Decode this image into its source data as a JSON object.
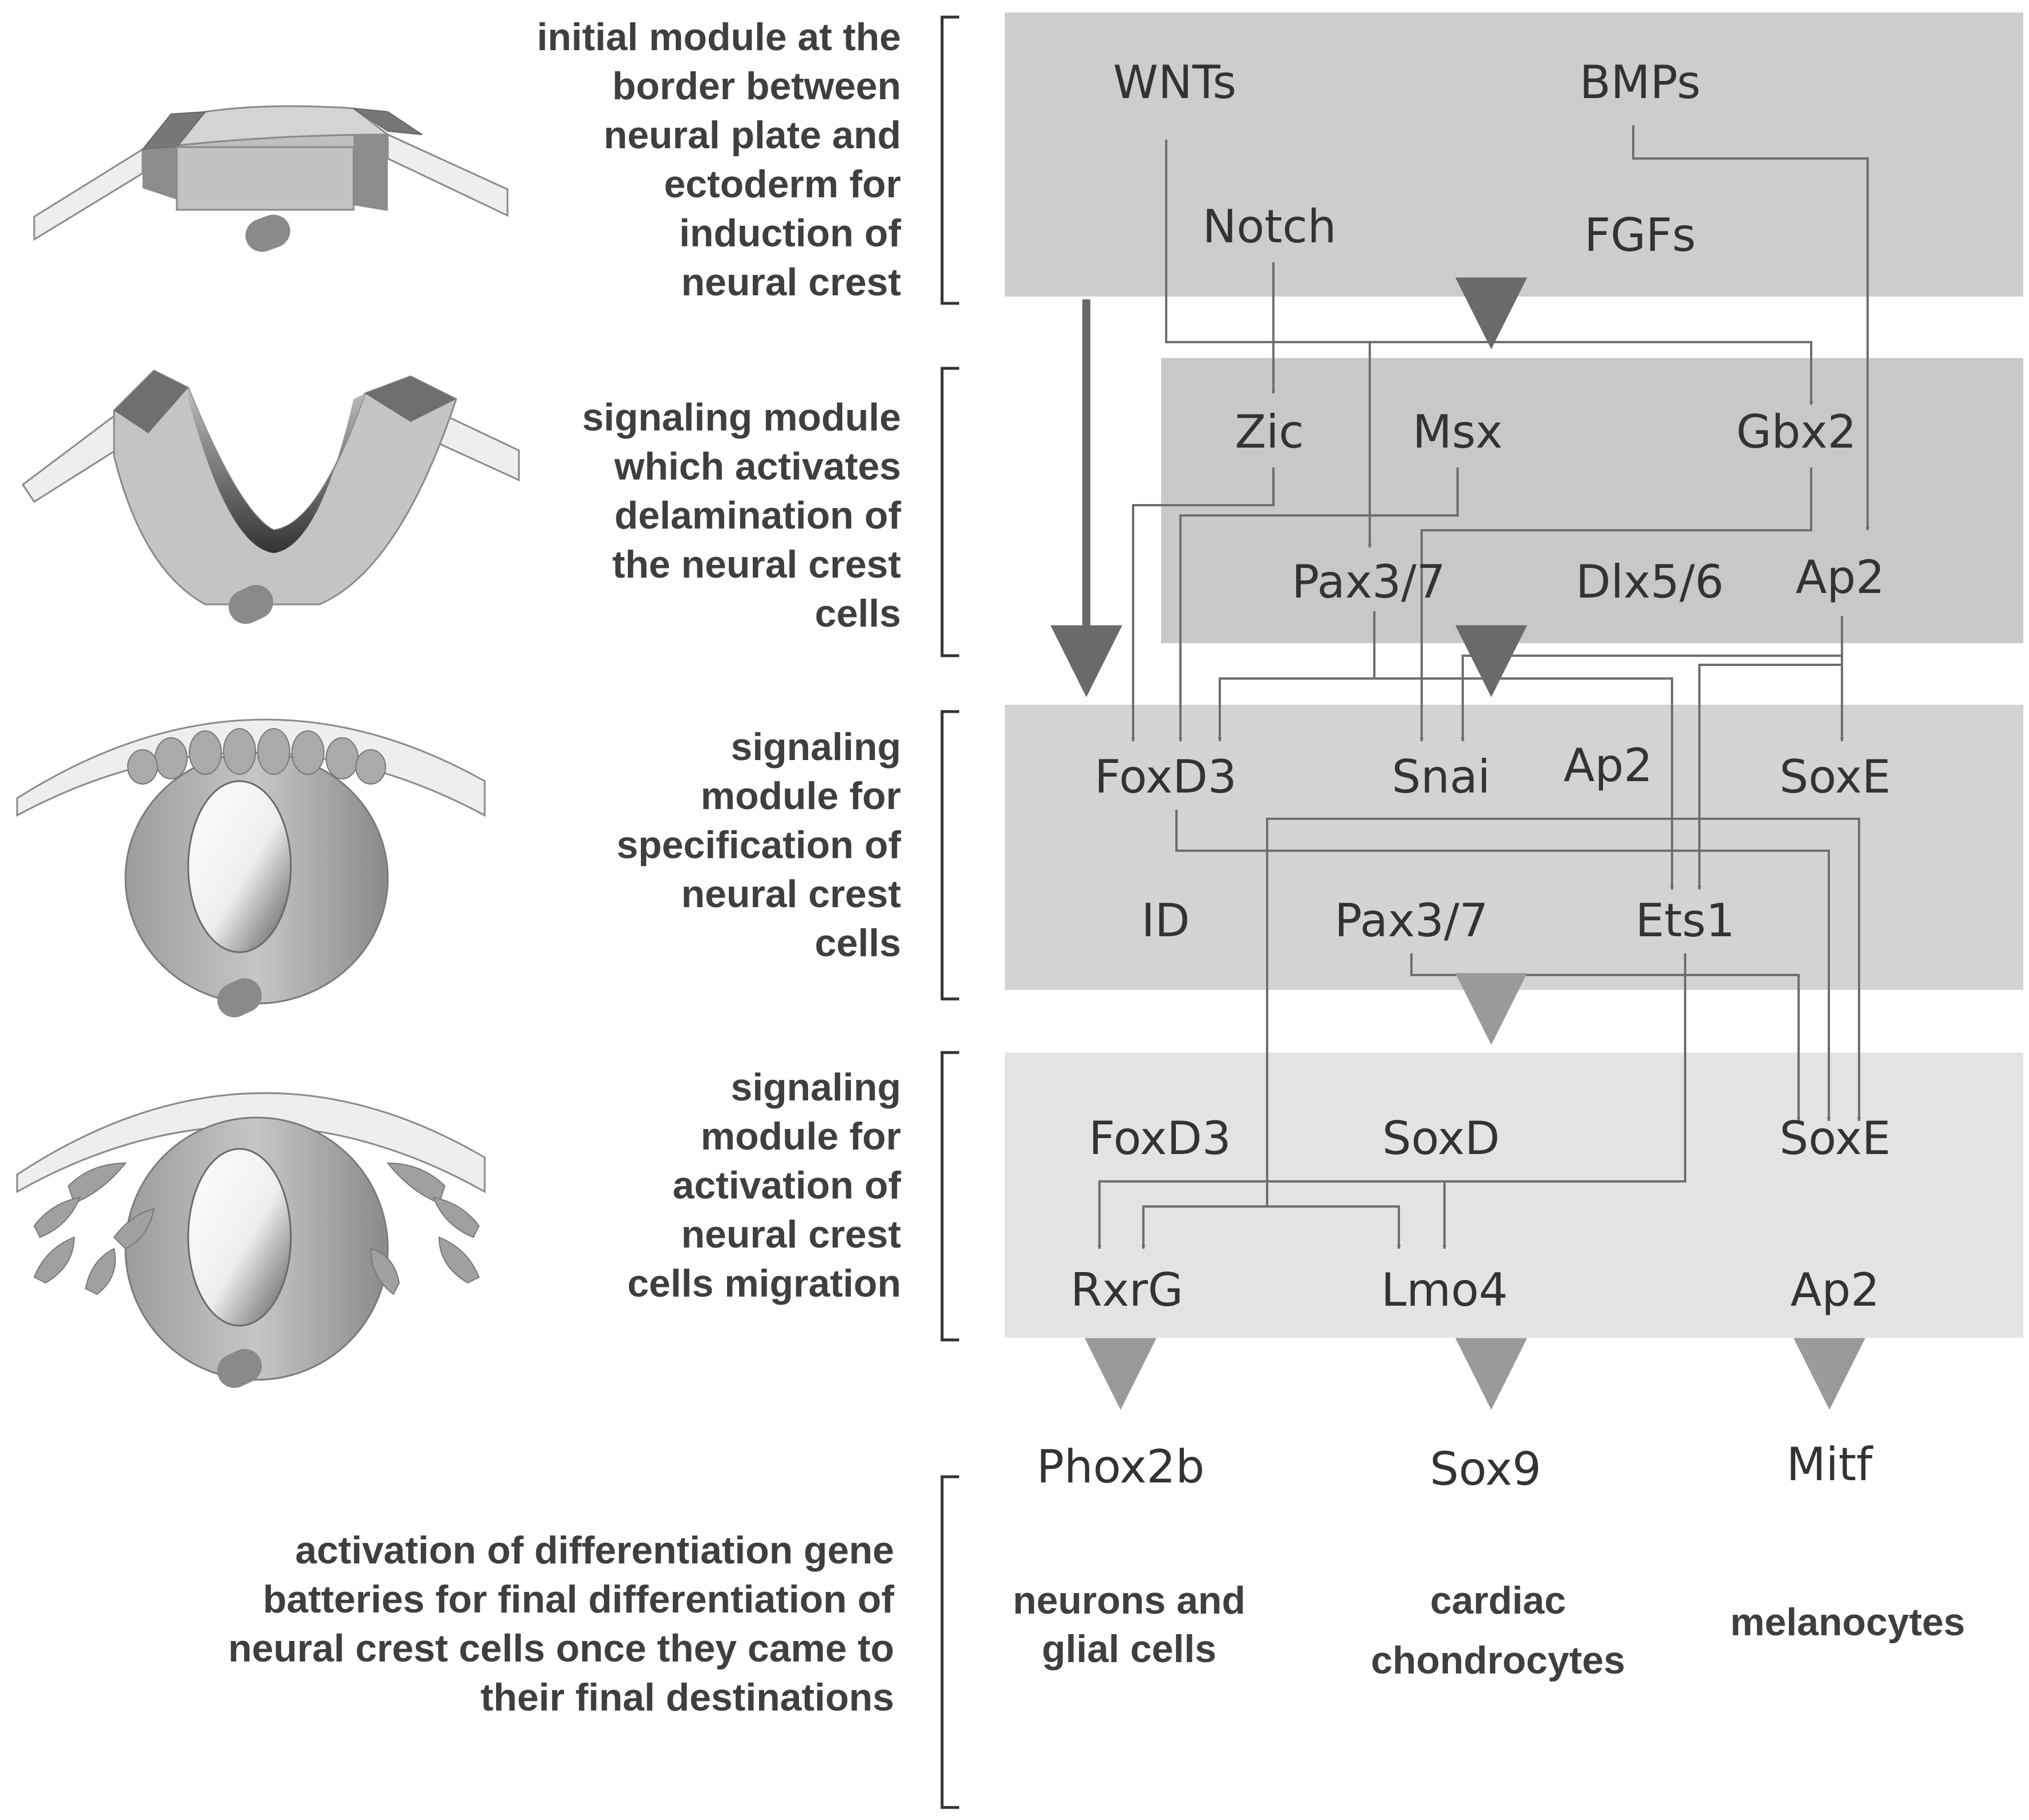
{
  "modules": [
    {
      "id": "induction",
      "lines": [
        "initial module at the",
        "border between",
        "neural plate and",
        "ectoderm for",
        "induction of",
        "neural crest"
      ]
    },
    {
      "id": "delamination",
      "lines": [
        "signaling module",
        "which  activates",
        "delamination of",
        "the neural crest",
        "cells"
      ]
    },
    {
      "id": "specification",
      "lines": [
        "signaling",
        "module for",
        "specification of",
        "neural crest",
        "cells"
      ]
    },
    {
      "id": "migration",
      "lines": [
        "signaling",
        "module for",
        "activation of",
        "neural crest",
        "cells migration"
      ]
    },
    {
      "id": "differentiation",
      "lines": [
        "activation of differentiation gene",
        "batteries for final differentiation of",
        "neural crest cells once they came to",
        "their final destinations"
      ]
    }
  ],
  "genes": {
    "wnts": "WNTs",
    "bmps": "BMPs",
    "notch": "Notch",
    "fgfs": "FGFs",
    "zic": "Zic",
    "msx": "Msx",
    "gbx2": "Gbx2",
    "pax37_a": "Pax3/7",
    "dlx56": "Dlx5/6",
    "ap2_a": "Ap2",
    "foxd3_a": "FoxD3",
    "snai": "Snai",
    "ap2_b": "Ap2",
    "soxe_a": "SoxE",
    "id": "ID",
    "pax37_b": "Pax3/7",
    "ets1": "Ets1",
    "foxd3_b": "FoxD3",
    "soxd": "SoxD",
    "soxe_b": "SoxE",
    "rxrg": "RxrG",
    "lmo4": "Lmo4",
    "ap2_c": "Ap2",
    "phox2b": "Phox2b",
    "sox9": "Sox9",
    "mitf": "Mitf"
  },
  "fates": {
    "neurons": [
      "neurons and",
      "glial cells"
    ],
    "cardiac": [
      "cardiac",
      "chondrocytes"
    ],
    "melanocytes": [
      "melanocytes"
    ]
  },
  "colors": {
    "box1": "#cdcdcd",
    "box2": "#c8c8c8",
    "box3": "#d3d3d3",
    "box4": "#e3e3e3"
  }
}
